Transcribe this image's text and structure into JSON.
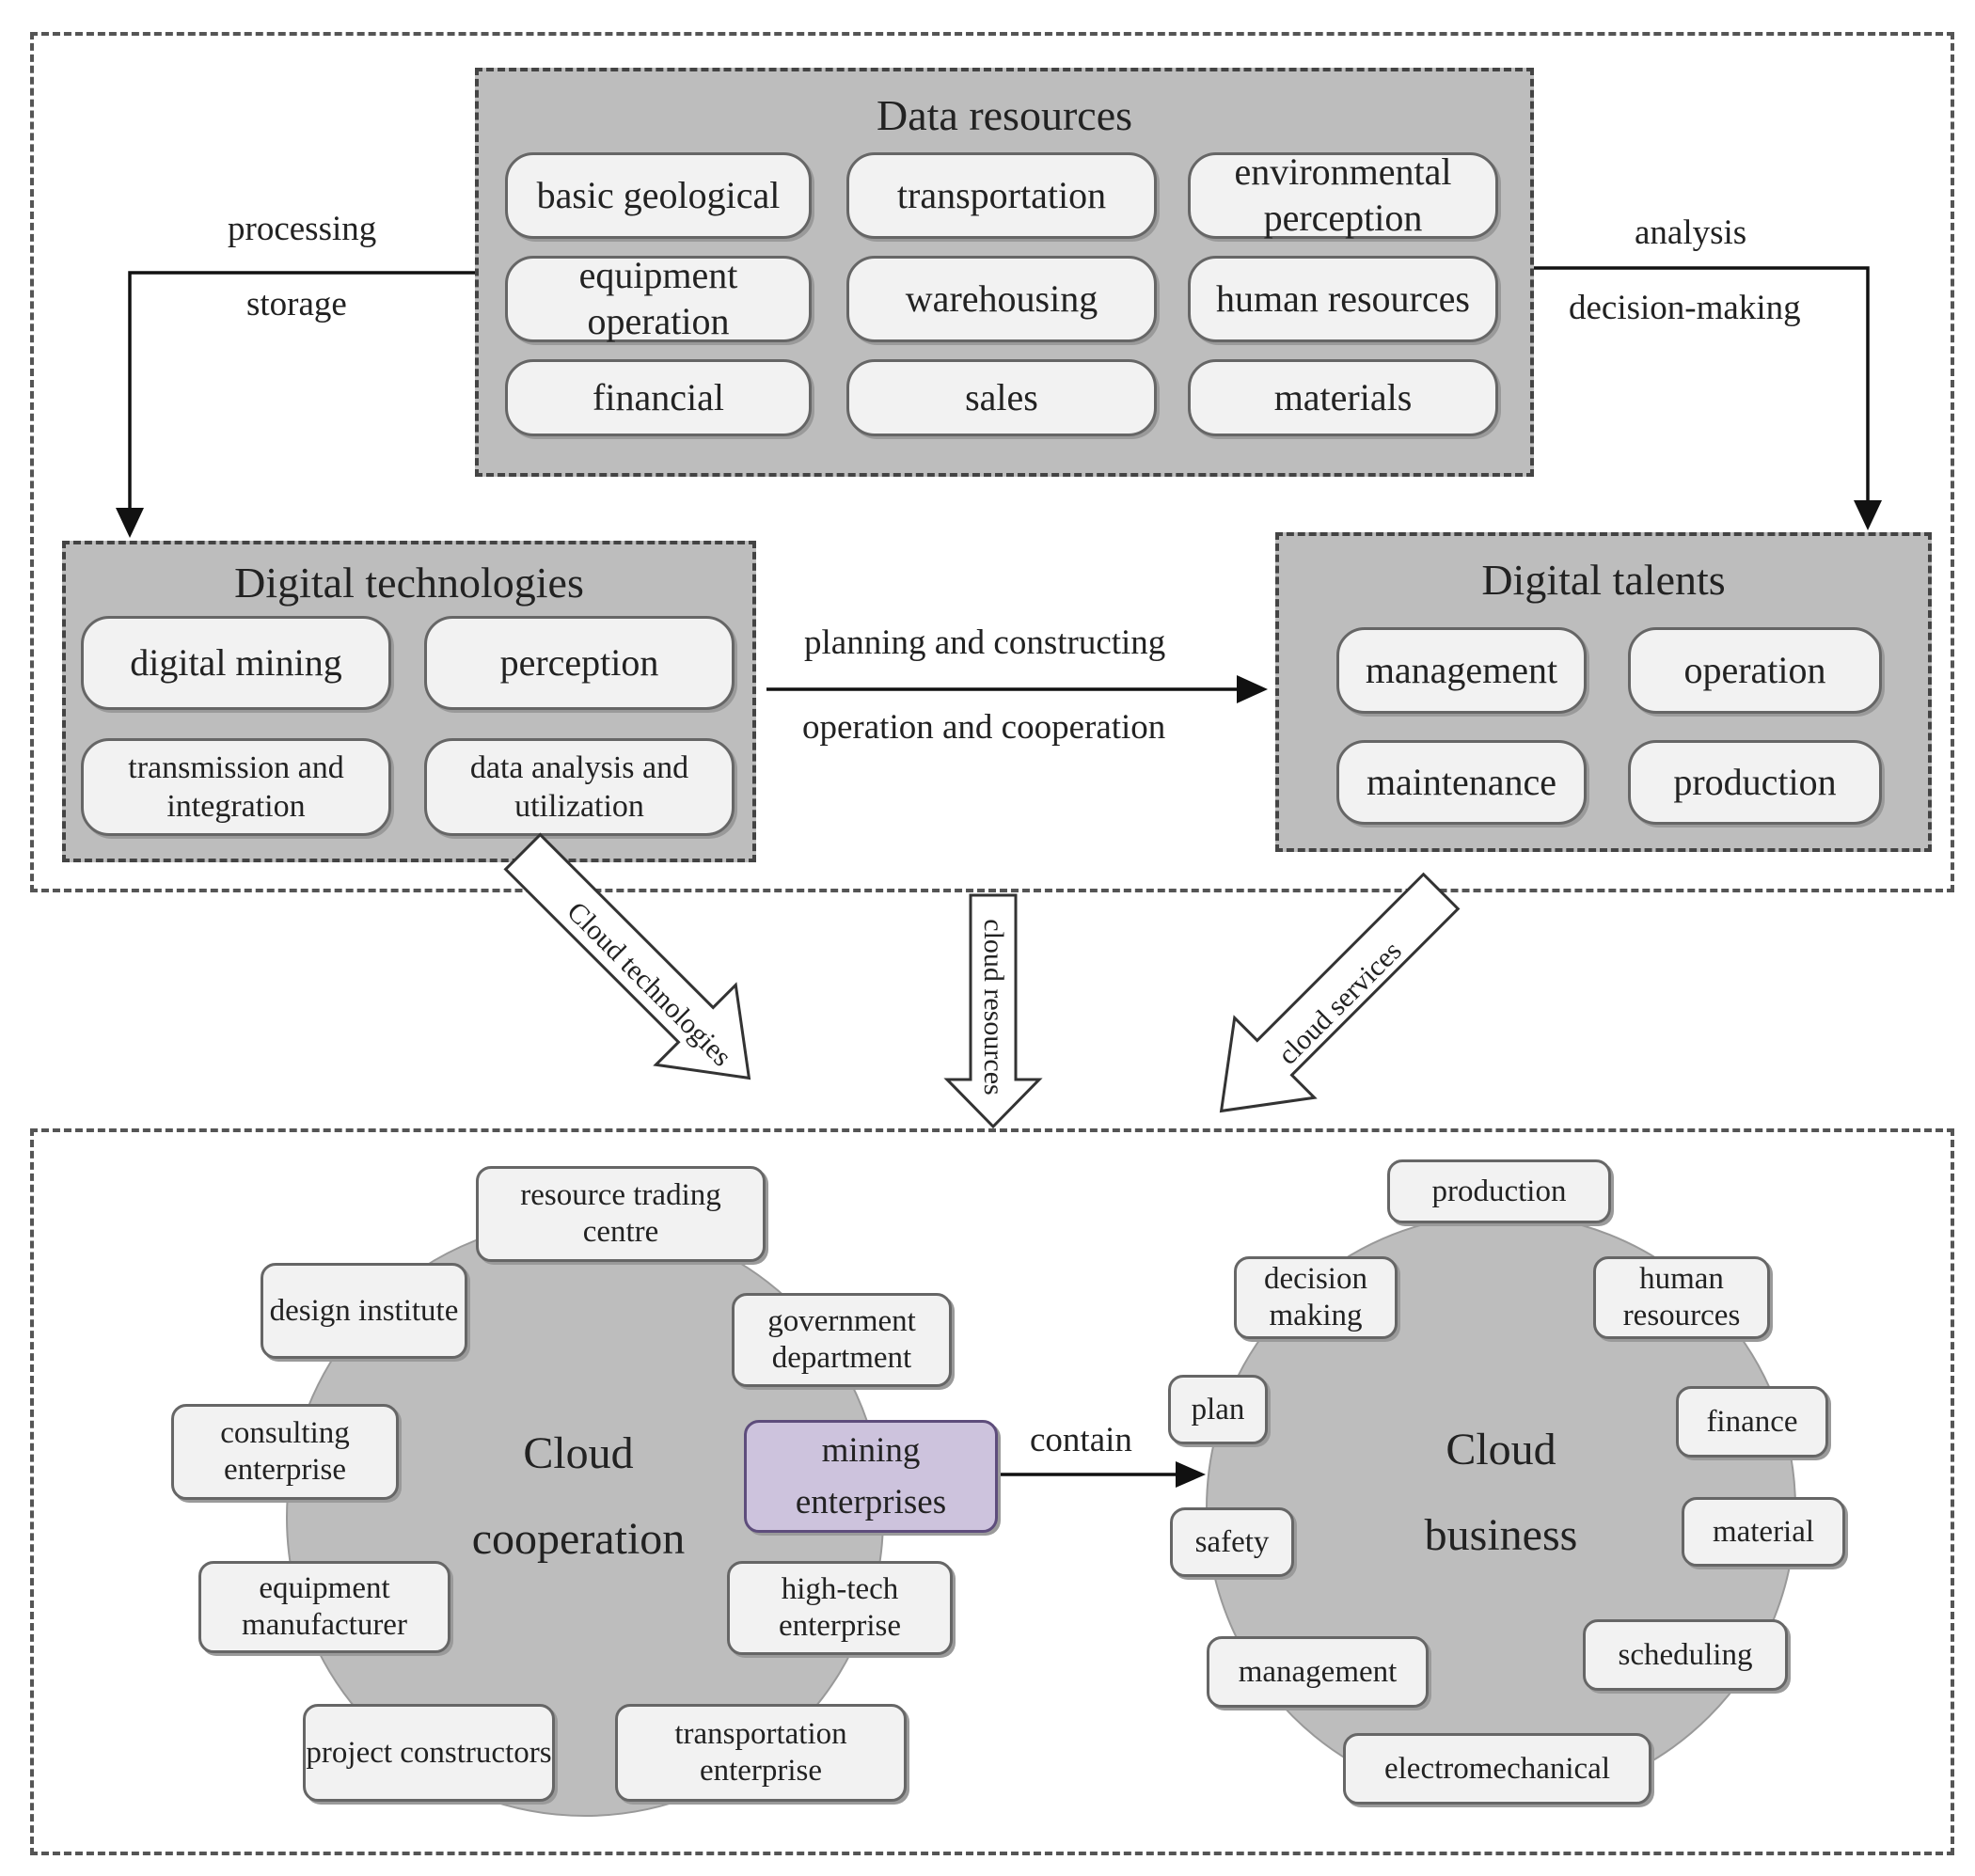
{
  "data_resources": {
    "title": "Data resources",
    "items": [
      "basic geological",
      "transportation",
      "environmental perception",
      "equipment operation",
      "warehousing",
      "human resources",
      "financial",
      "sales",
      "materials"
    ]
  },
  "flow_labels": {
    "left_top": "processing",
    "left_bottom": "storage",
    "right_top": "analysis",
    "right_bottom": "decision-making",
    "middle_top": "planning and constructing",
    "middle_bottom": "operation and cooperation"
  },
  "digital_technologies": {
    "title": "Digital technologies",
    "items": [
      "digital mining",
      "perception",
      "transmission and integration",
      "data analysis and utilization"
    ]
  },
  "digital_talents": {
    "title": "Digital talents",
    "items": [
      "management",
      "operation",
      "maintenance",
      "production"
    ]
  },
  "cloud_arrows": {
    "left": "Cloud technologies",
    "center": "cloud resources",
    "right": "cloud services"
  },
  "cloud_cooperation": {
    "center_line1": "Cloud",
    "center_line2": "cooperation",
    "members": [
      "resource trading centre",
      "design institute",
      "government department",
      "consulting enterprise",
      "mining enterprises",
      "equipment manufacturer",
      "high-tech enterprise",
      "project constructors",
      "transportation enterprise"
    ],
    "highlight_color": "#cdc3dd"
  },
  "contain_label": "contain",
  "cloud_business": {
    "center_line1": "Cloud",
    "center_line2": "business",
    "items": [
      "production",
      "decision making",
      "human resources",
      "plan",
      "finance",
      "safety",
      "material",
      "management",
      "scheduling",
      "electromechanical"
    ]
  }
}
